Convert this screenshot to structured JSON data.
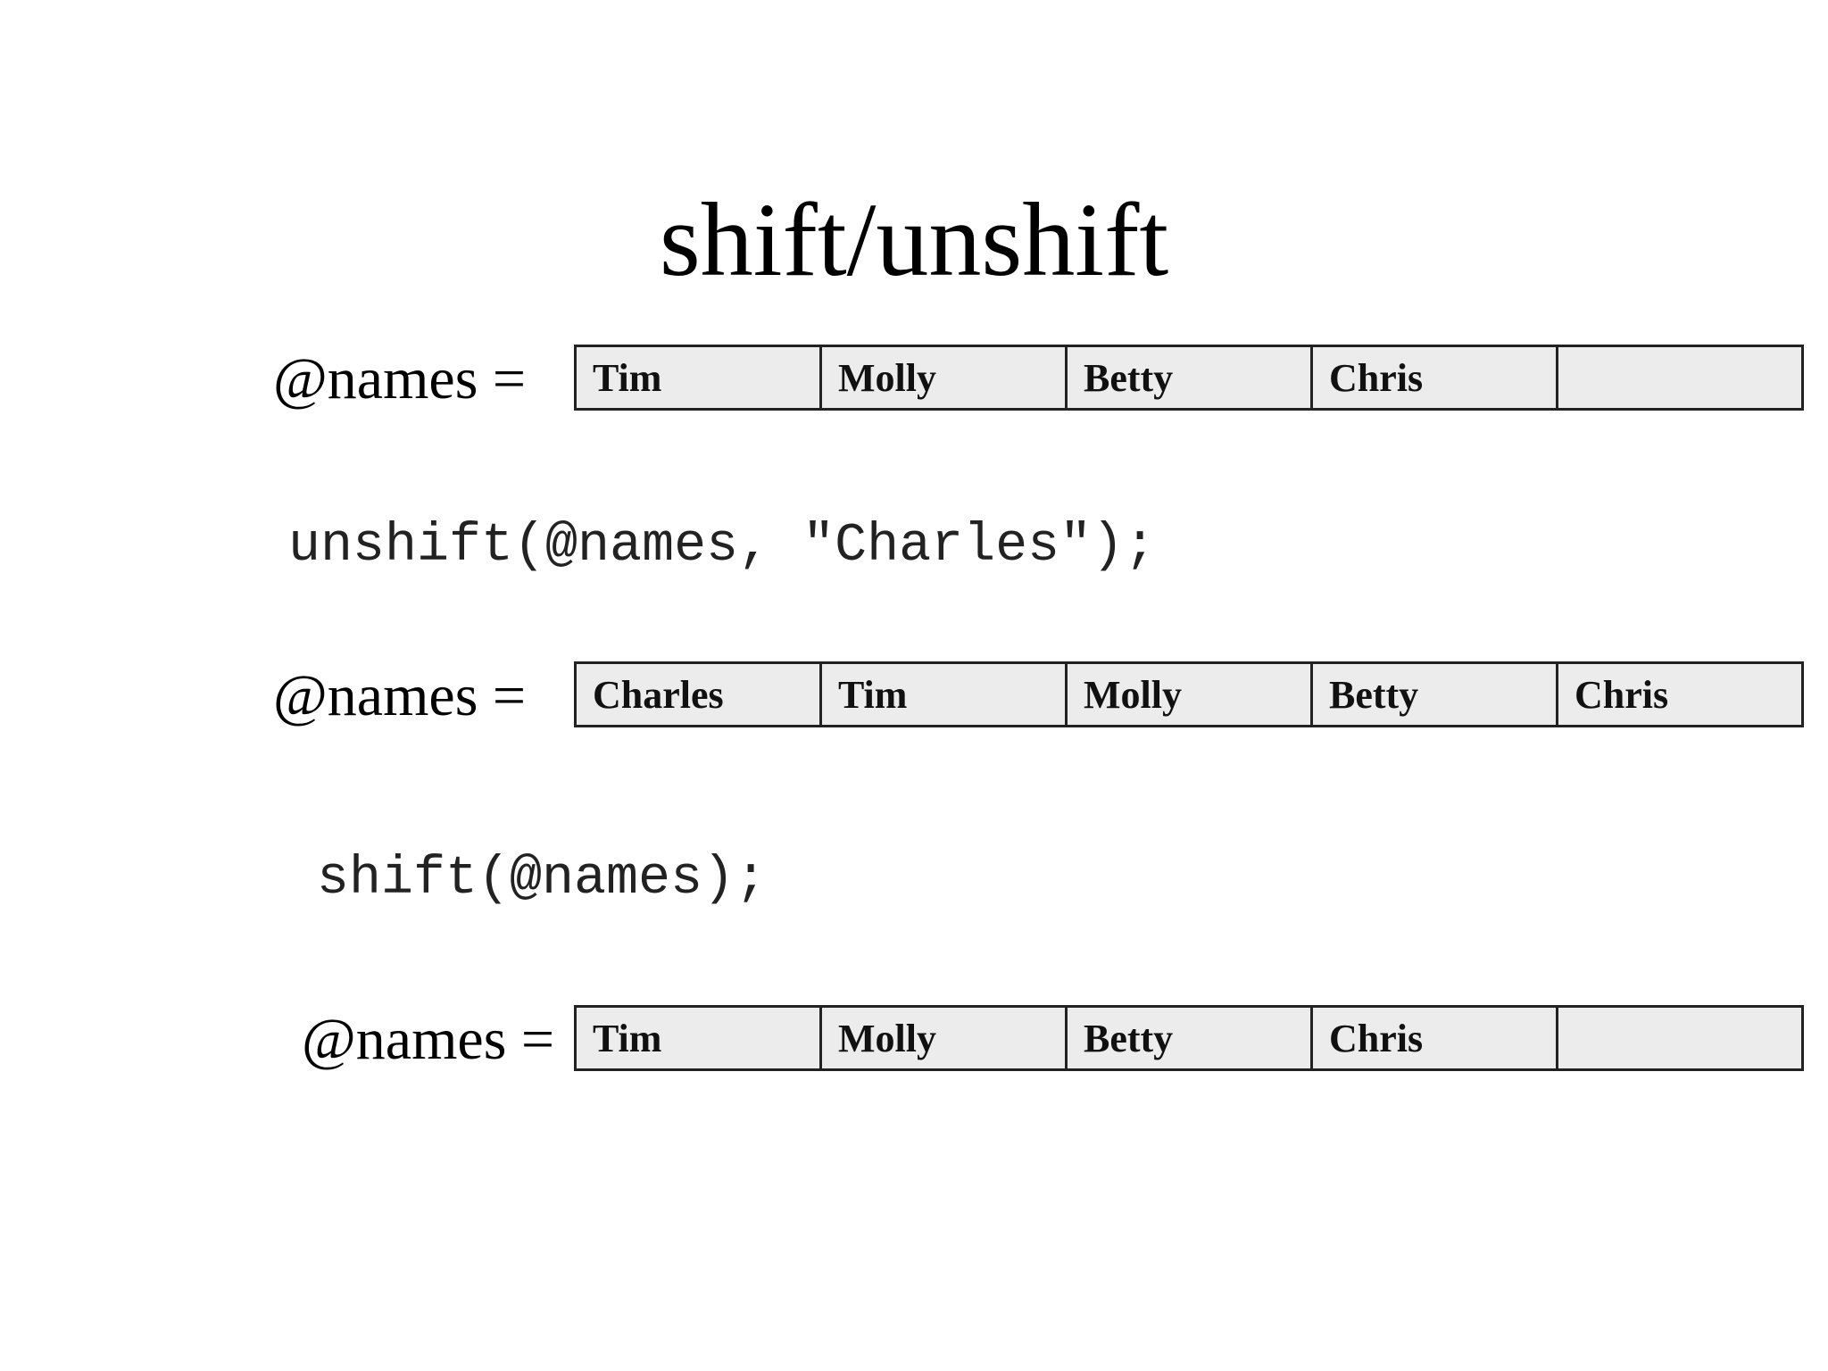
{
  "title": "shift/unshift",
  "rows": [
    {
      "label": "@names =",
      "cells": [
        "Tim",
        "Molly",
        "Betty",
        "Chris",
        ""
      ]
    },
    {
      "label": "@names =",
      "cells": [
        "Charles",
        "Tim",
        "Molly",
        "Betty",
        "Chris"
      ]
    },
    {
      "label": "@names =",
      "cells": [
        "Tim",
        "Molly",
        "Betty",
        "Chris",
        ""
      ]
    }
  ],
  "code": [
    "unshift(@names, \"Charles\");",
    "shift(@names);"
  ],
  "colors": {
    "cell_background": "#ececec",
    "border": "#222222"
  }
}
